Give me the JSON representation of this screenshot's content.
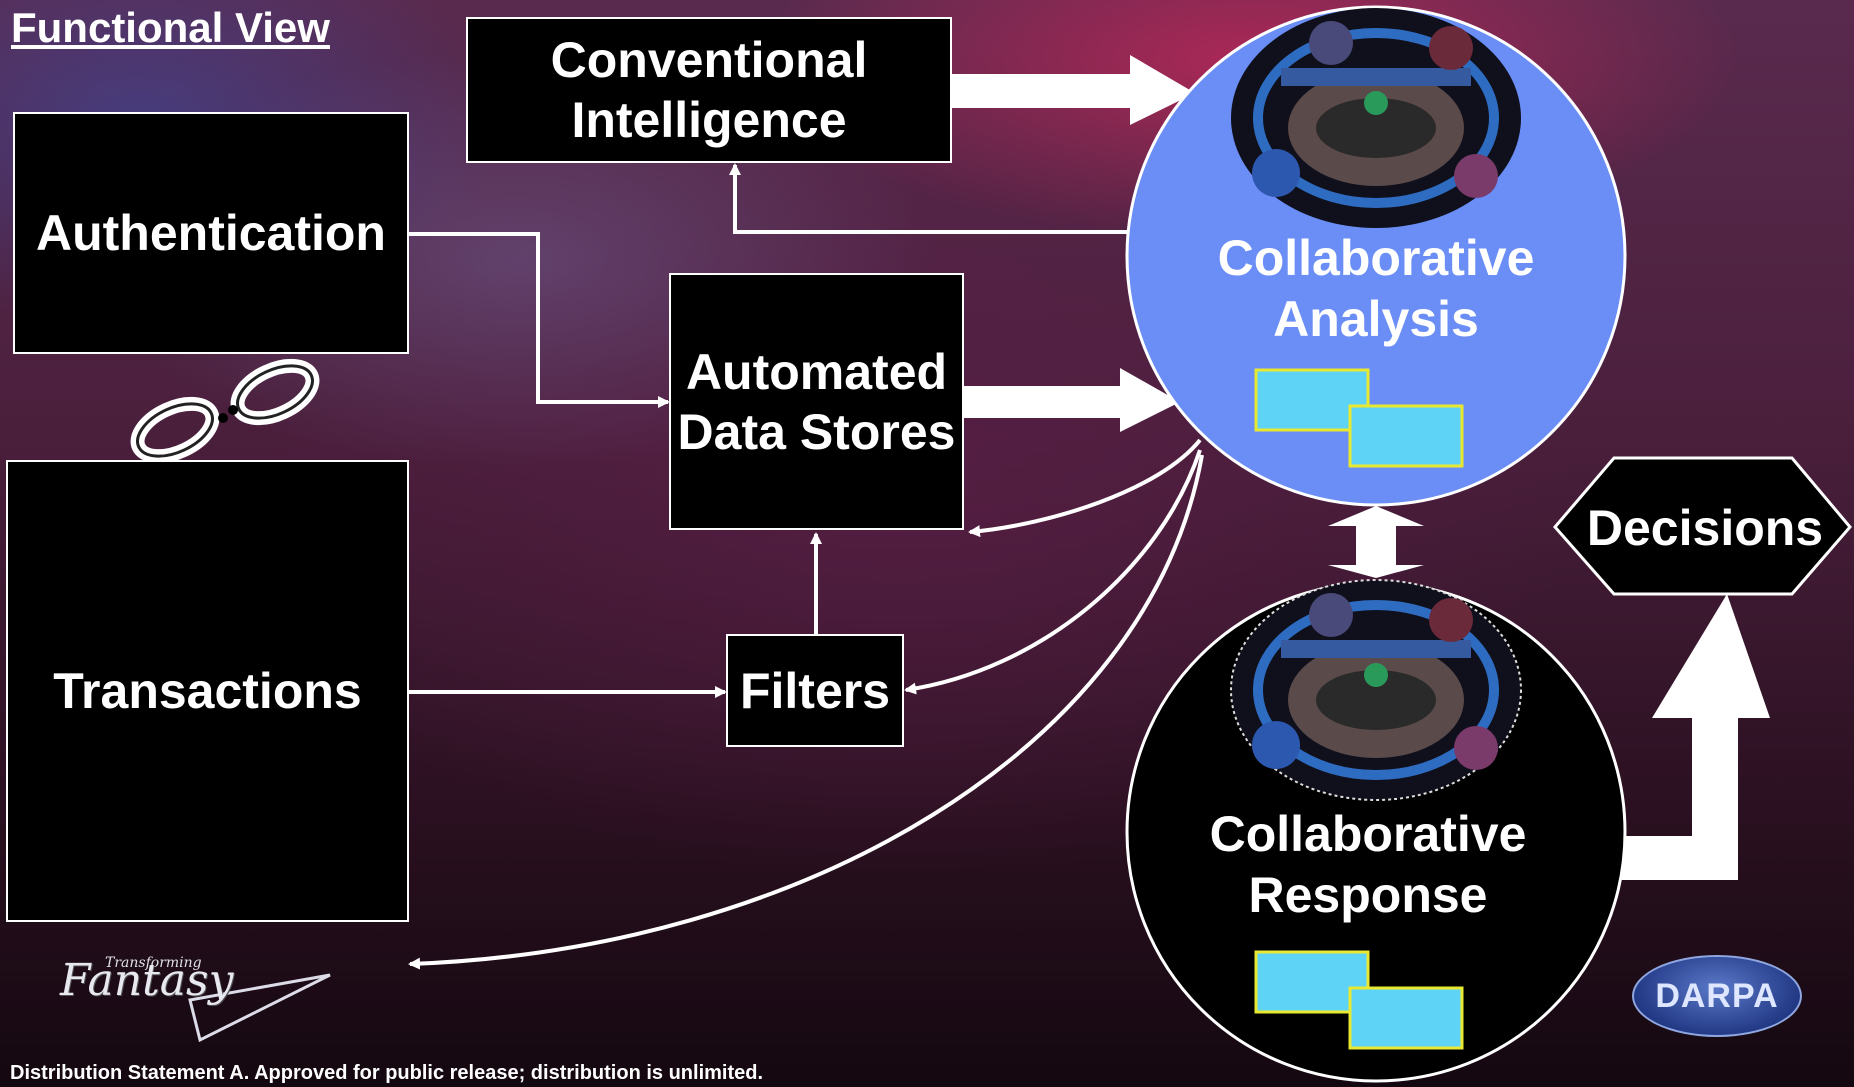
{
  "title": "Functional View",
  "boxes": {
    "conventional_intelligence": "Conventional Intelligence",
    "authentication": "Authentication",
    "automated_data_stores": "Automated Data Stores",
    "transactions": "Transactions",
    "filters": "Filters"
  },
  "circles": {
    "collaborative_analysis": "Collaborative Analysis",
    "collaborative_response": "Collaborative Response"
  },
  "decisions": "Decisions",
  "logos": {
    "fantasy": "Fantasy",
    "fantasy_small": "Transforming",
    "darpa": "DARPA"
  },
  "footer": "Distribution Statement A. Approved for public release; distribution is unlimited.",
  "colors": {
    "analysis_circle": "#6a8ef5",
    "sticky_note": "#5fd3f5",
    "sticky_border": "#e8e830"
  },
  "icons": [
    "chain-link-icon",
    "meeting-room-image",
    "fantasy-logo",
    "darpa-logo"
  ]
}
